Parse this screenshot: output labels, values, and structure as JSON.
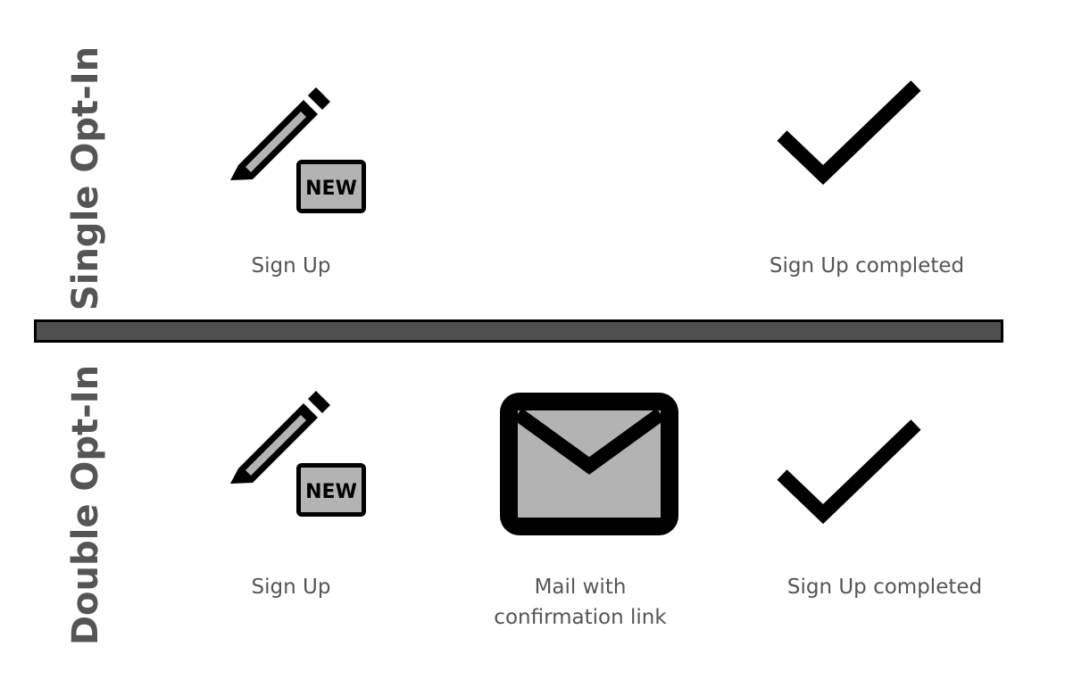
{
  "rows": {
    "single": {
      "title": "Single Opt-In",
      "steps": [
        {
          "label": "Sign Up",
          "icon": "pencil-new-icon"
        },
        {
          "label": "Sign Up completed",
          "icon": "checkmark-icon"
        }
      ]
    },
    "double": {
      "title": "Double Opt-In",
      "steps": [
        {
          "label": "Sign Up",
          "icon": "pencil-new-icon"
        },
        {
          "label_lines": [
            "Mail with",
            "confirmation link"
          ],
          "icon": "envelope-icon"
        },
        {
          "label": "Sign Up completed",
          "icon": "checkmark-icon"
        }
      ]
    }
  },
  "icon_badge_text": "NEW",
  "colors": {
    "icon_fill": "#b3b3b3",
    "icon_stroke": "#000000",
    "text": "#555555",
    "divider": "#505050"
  }
}
